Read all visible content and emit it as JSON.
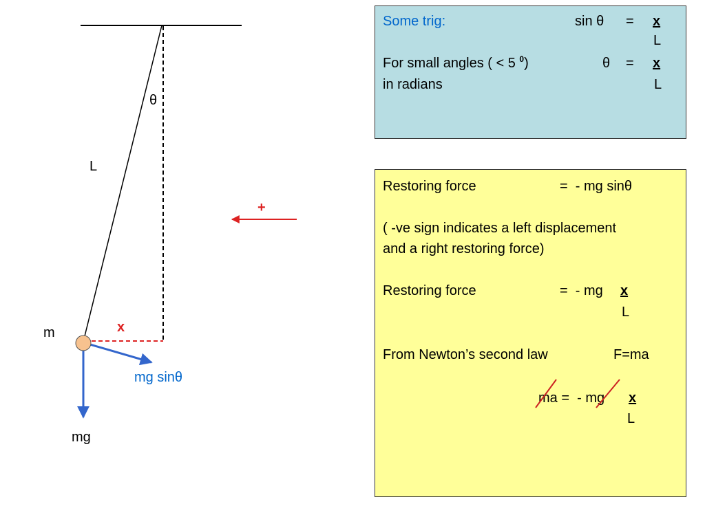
{
  "pendulum": {
    "theta_label": "θ",
    "length_label": "L",
    "mass_label": "m",
    "displacement_label": "x",
    "tangential_force_label": "mg sinθ",
    "weight_label": "mg",
    "direction_sign": "+"
  },
  "trig_box": {
    "heading": "Some trig:",
    "sin_lhs": "sin θ",
    "eq1": "=",
    "num1": "x",
    "den1": "L",
    "small_angle_text": "For small angles ( < 5",
    "small_angle_sup": "0",
    "small_angle_close": ")",
    "theta_lhs": "θ",
    "eq2": "=",
    "num2": "x",
    "den2": "L",
    "radians_text": "in radians"
  },
  "force_box": {
    "line1_label": "Restoring force",
    "line1_value": "=  - mg sinθ",
    "note_line1": "( -ve sign indicates a left displacement",
    "note_line2": "and a right restoring force)",
    "line2_label": "Restoring force",
    "line2_value": "=  - mg",
    "line2_num": "x",
    "line2_den": "L",
    "newton_text": "From Newton’s second law",
    "newton_eq": "F=ma",
    "final_lhs": "ma =  - mg",
    "final_num": "x",
    "final_den": "L"
  },
  "colors": {
    "trig_bg": "#b7dde3",
    "force_bg": "#ffff99",
    "blue": "#3366cc",
    "red": "#dd2222",
    "bob": "#f7c28f"
  }
}
